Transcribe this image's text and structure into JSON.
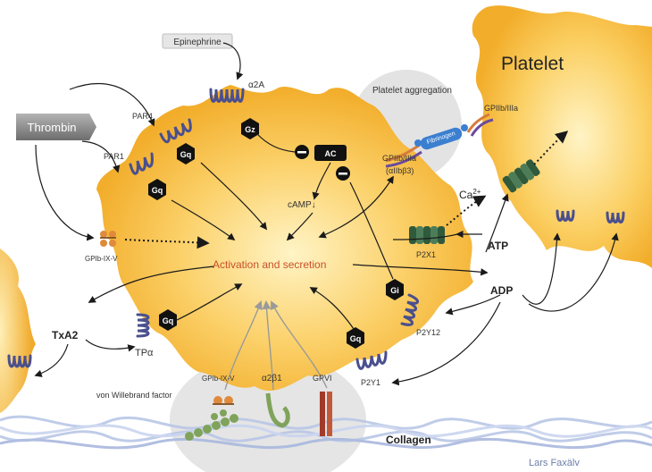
{
  "labels": {
    "epinephrine": "Epinephrine",
    "alpha2a": "α2A",
    "thrombin": "Thrombin",
    "par4": "PAR4",
    "par1": "PAR1",
    "gpib_left": "GPIb-IX-V",
    "gz": "Gz",
    "gq_par4": "Gq",
    "gq_par1": "Gq",
    "ac": "AC",
    "camp": "cAMP↓",
    "platelet_aggregation": "Platelet aggregation",
    "gpiib_iiia_center_line1": "GPIIb/IIIa",
    "gpiib_iiia_center_line2": "(αIIbβ3)",
    "fibrinogen": "Fibrinogen",
    "gpiib_iiia_right": "GPIIb/IIIa",
    "platelet": "Platelet",
    "ca": "Ca",
    "ca_sup": "2+",
    "activation_secretion": "Activation and secretion",
    "p2x1": "P2X1",
    "atp": "ATP",
    "adp": "ADP",
    "gi": "Gi",
    "p2y12": "P2Y12",
    "gq_p2y1": "Gq",
    "p2y1": "P2Y1",
    "txa2": "TxA2",
    "gq_tp": "Gq",
    "tp_alpha": "TPα",
    "gpib_bottom": "GPIb-IX-V",
    "a2b1": "α2β1",
    "gpvi": "GPVI",
    "vwf": "von Willebrand factor",
    "collagen": "Collagen",
    "credit": "Lars Faxälv"
  },
  "colors": {
    "platelet": "#f7b93a",
    "platelet_light": "#fff0b8",
    "receptor": "#4a4f8e",
    "gprotein": "#111111",
    "activation_text": "#c8502a",
    "channel": "#2f5a3c",
    "collagen": "#b9c7e6"
  }
}
